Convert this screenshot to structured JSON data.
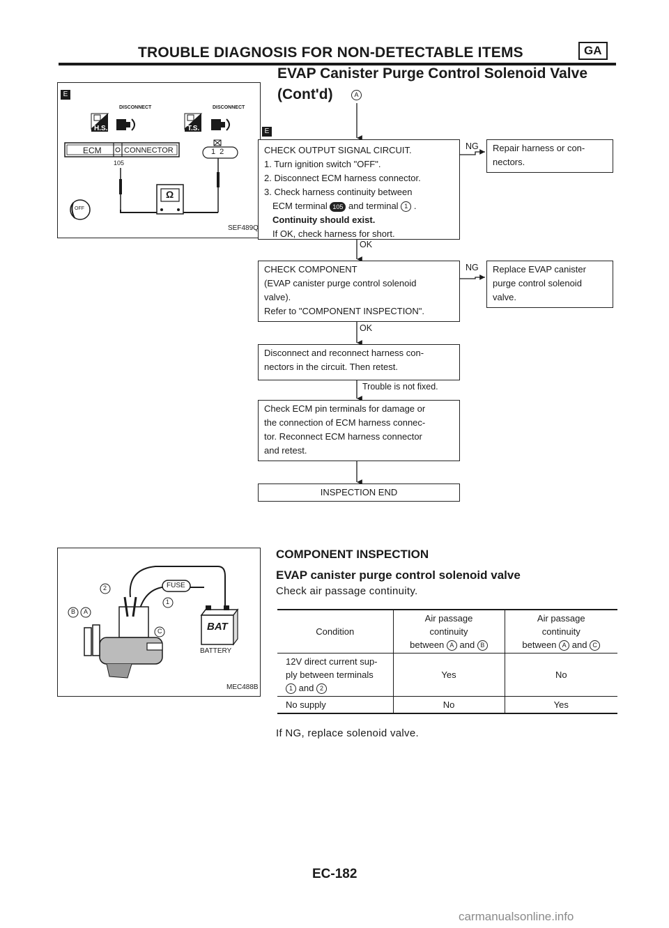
{
  "header": {
    "title": "TROUBLE DIAGNOSIS FOR NON-DETECTABLE ITEMS",
    "tag": "GA",
    "subtitle_line1": "EVAP Canister Purge Control Solenoid Valve",
    "subtitle_line2": "(Cont'd)"
  },
  "figure1": {
    "marker": "E",
    "disconnect_label": "DISCONNECT",
    "hs_label": "H.S.",
    "ts_label": "T.S.",
    "ecm_label": "ECM",
    "connector_label": "CONNECTOR",
    "pin_105": "105",
    "pins_12": "1 2",
    "meter": "Ω",
    "off_label": "OFF",
    "figure_id": "SEF489Q"
  },
  "flow": {
    "entry_marker": "A",
    "side_marker": "E",
    "step1": {
      "lines": [
        "CHECK OUTPUT SIGNAL CIRCUIT.",
        "1. Turn ignition switch \"OFF\".",
        "2. Disconnect ECM harness connector.",
        "3. Check harness continuity between",
        "ECM terminal",
        "and terminal",
        "Continuity should exist.",
        "If OK, check harness for short."
      ],
      "terminal_a": "105",
      "terminal_b": "1"
    },
    "step1_ng_label": "NG",
    "step1_ng_box": [
      "Repair harness or con-",
      "nectors."
    ],
    "ok1": "OK",
    "step2": {
      "lines": [
        "CHECK COMPONENT",
        "(EVAP canister purge control solenoid",
        "valve).",
        "Refer to \"COMPONENT INSPECTION\"."
      ]
    },
    "step2_ng_label": "NG",
    "step2_ng_box": [
      "Replace EVAP canister",
      "purge control solenoid",
      "valve."
    ],
    "ok2": "OK",
    "step3": [
      "Disconnect and reconnect harness con-",
      "nectors in the circuit. Then retest."
    ],
    "trouble_label": "Trouble is not fixed.",
    "step4": [
      "Check ECM pin terminals for damage or",
      "the connection of ECM harness connec-",
      "tor. Reconnect ECM harness connector",
      "and retest."
    ],
    "end_box": "INSPECTION END"
  },
  "figure2": {
    "fuse": "FUSE",
    "battery_text": "BAT",
    "battery_label": "BATTERY",
    "label_1": "1",
    "label_2": "2",
    "label_a": "A",
    "label_b": "B",
    "label_c": "C",
    "figure_id": "MEC488B"
  },
  "component_inspection": {
    "title": "COMPONENT INSPECTION",
    "subtitle": "EVAP canister purge control solenoid valve",
    "intro": "Check air passage continuity.",
    "table": {
      "header": {
        "condition": "Condition",
        "col1": [
          "Air passage",
          "continuity",
          "between",
          "and"
        ],
        "col2": [
          "Air passage",
          "continuity",
          "between",
          "and"
        ]
      },
      "col1_markers": [
        "A",
        "B"
      ],
      "col2_markers": [
        "A",
        "C"
      ],
      "rows": [
        {
          "condition": [
            "12V direct current sup-",
            "ply between terminals",
            "and"
          ],
          "markers": [
            "1",
            "2"
          ],
          "col1": "Yes",
          "col2": "No"
        },
        {
          "condition": [
            "No supply"
          ],
          "markers": [],
          "col1": "No",
          "col2": "Yes"
        }
      ]
    },
    "note": "If NG, replace solenoid valve."
  },
  "footer": {
    "page": "EC-182",
    "watermark": "carmanualsonline.info"
  }
}
